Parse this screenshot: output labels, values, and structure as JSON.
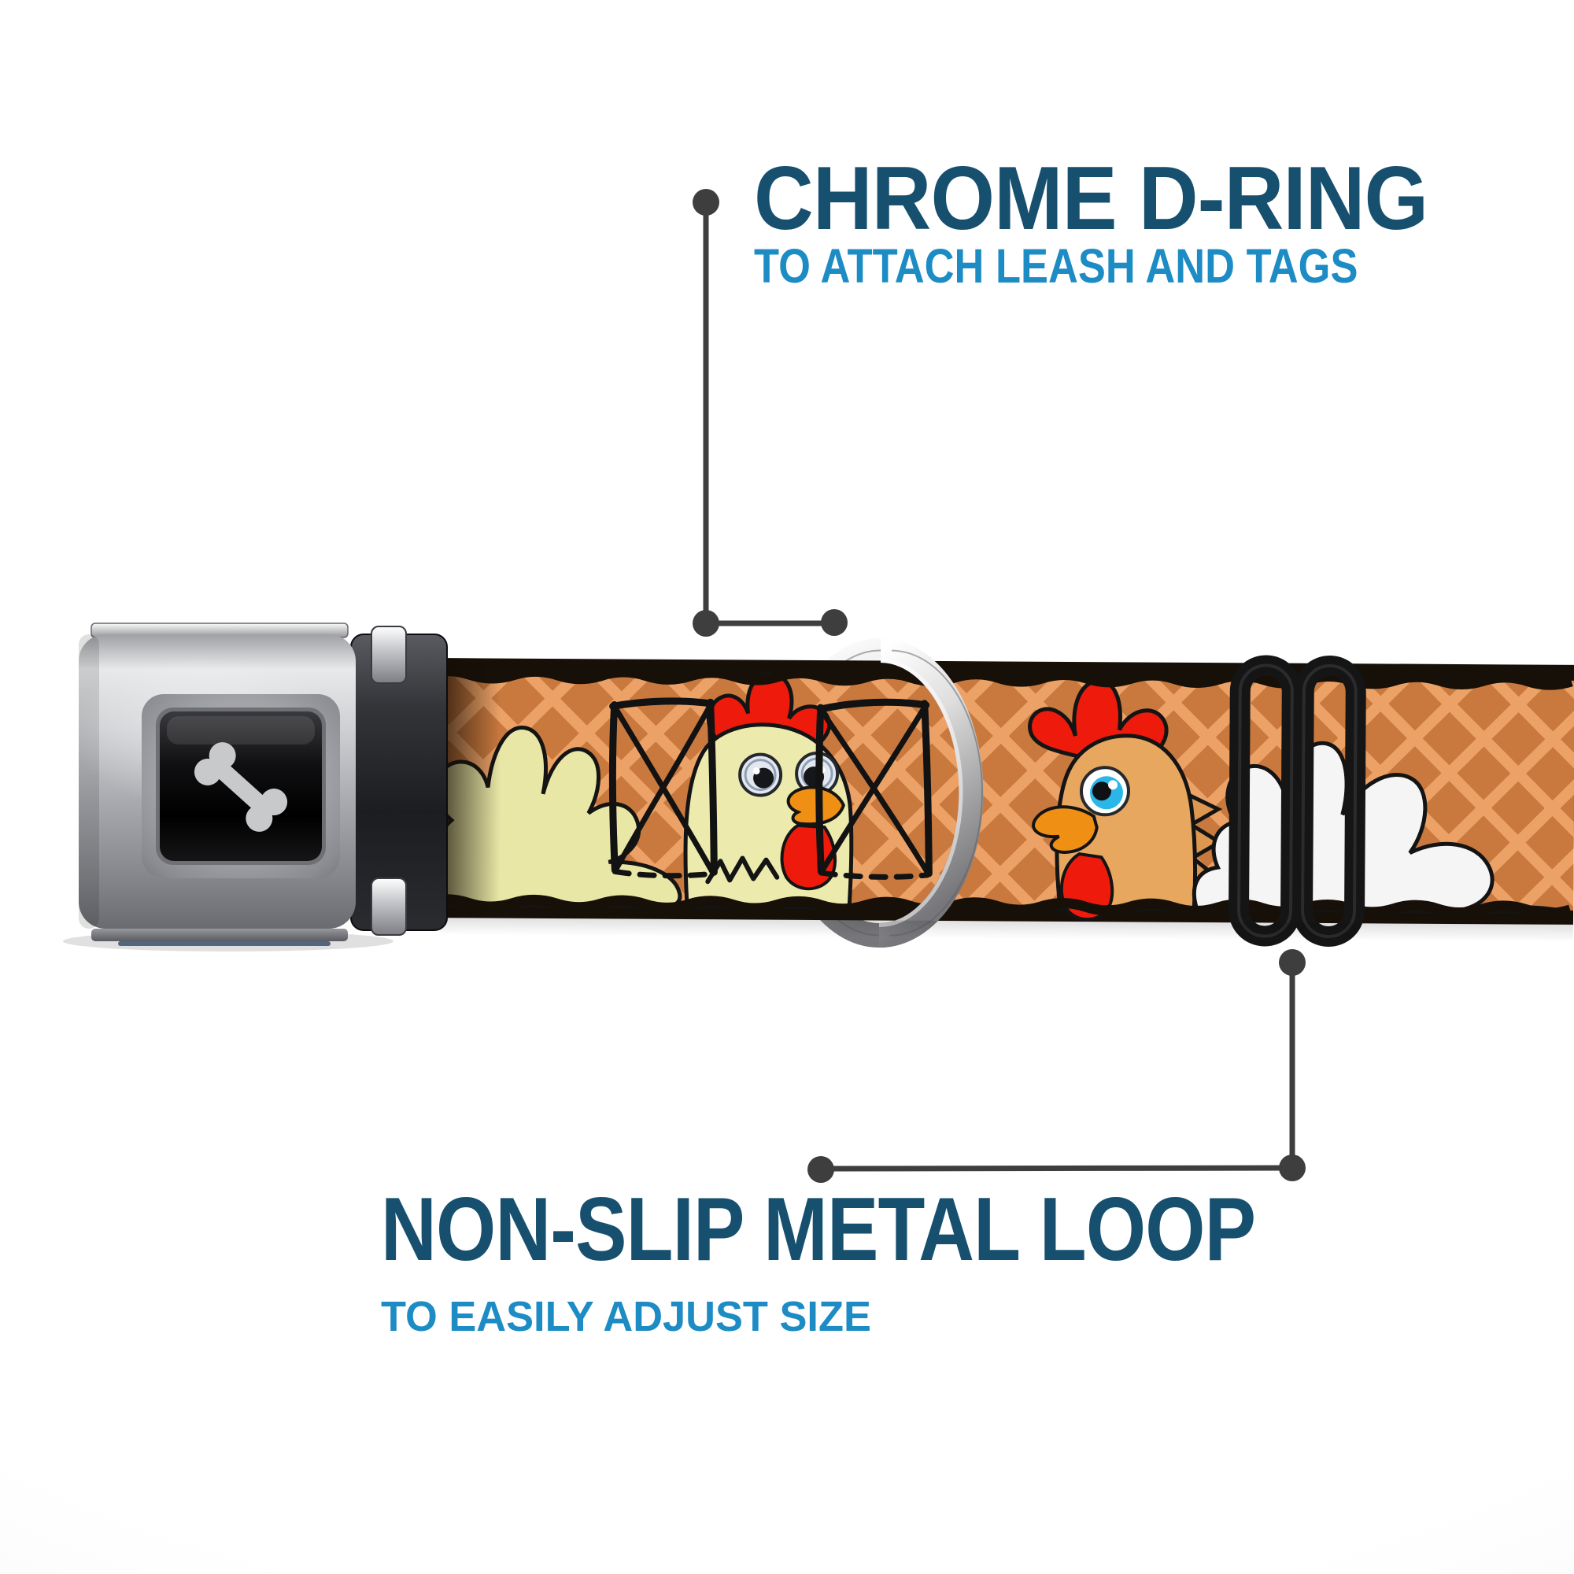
{
  "callouts": {
    "d_ring": {
      "title": "CHROME D-RING",
      "subtitle": "TO ATTACH LEASH AND TAGS"
    },
    "metal_loop": {
      "title": "NON-SLIP METAL LOOP",
      "subtitle": "TO EASILY ADJUST SIZE"
    }
  },
  "product": {
    "buckle_logo_icon": "dog-bone-icon",
    "hardware_parts": [
      "seatbelt-buckle",
      "chrome-d-ring",
      "non-slip-metal-loop"
    ]
  },
  "colors": {
    "callout_title_navy": "#17506f",
    "callout_subtitle_blue": "#1d8cc4",
    "connector_gray": "#3e3e3e",
    "collar_base_orange": "#c9793e",
    "waffle_lattice_light": "#eca266",
    "collar_edge_black": "#171008",
    "chicken_cream": "#ecebad",
    "chicken_tan": "#e7a75f",
    "comb_red": "#ee1b0d",
    "beak_orange": "#ef8f13",
    "eye_blue": "#2ab7e8",
    "splat_yellow": "#e9e7a6",
    "splat_white": "#f5f5f5",
    "buckle_silver": "#c9cacd",
    "loop_black": "#151515"
  }
}
